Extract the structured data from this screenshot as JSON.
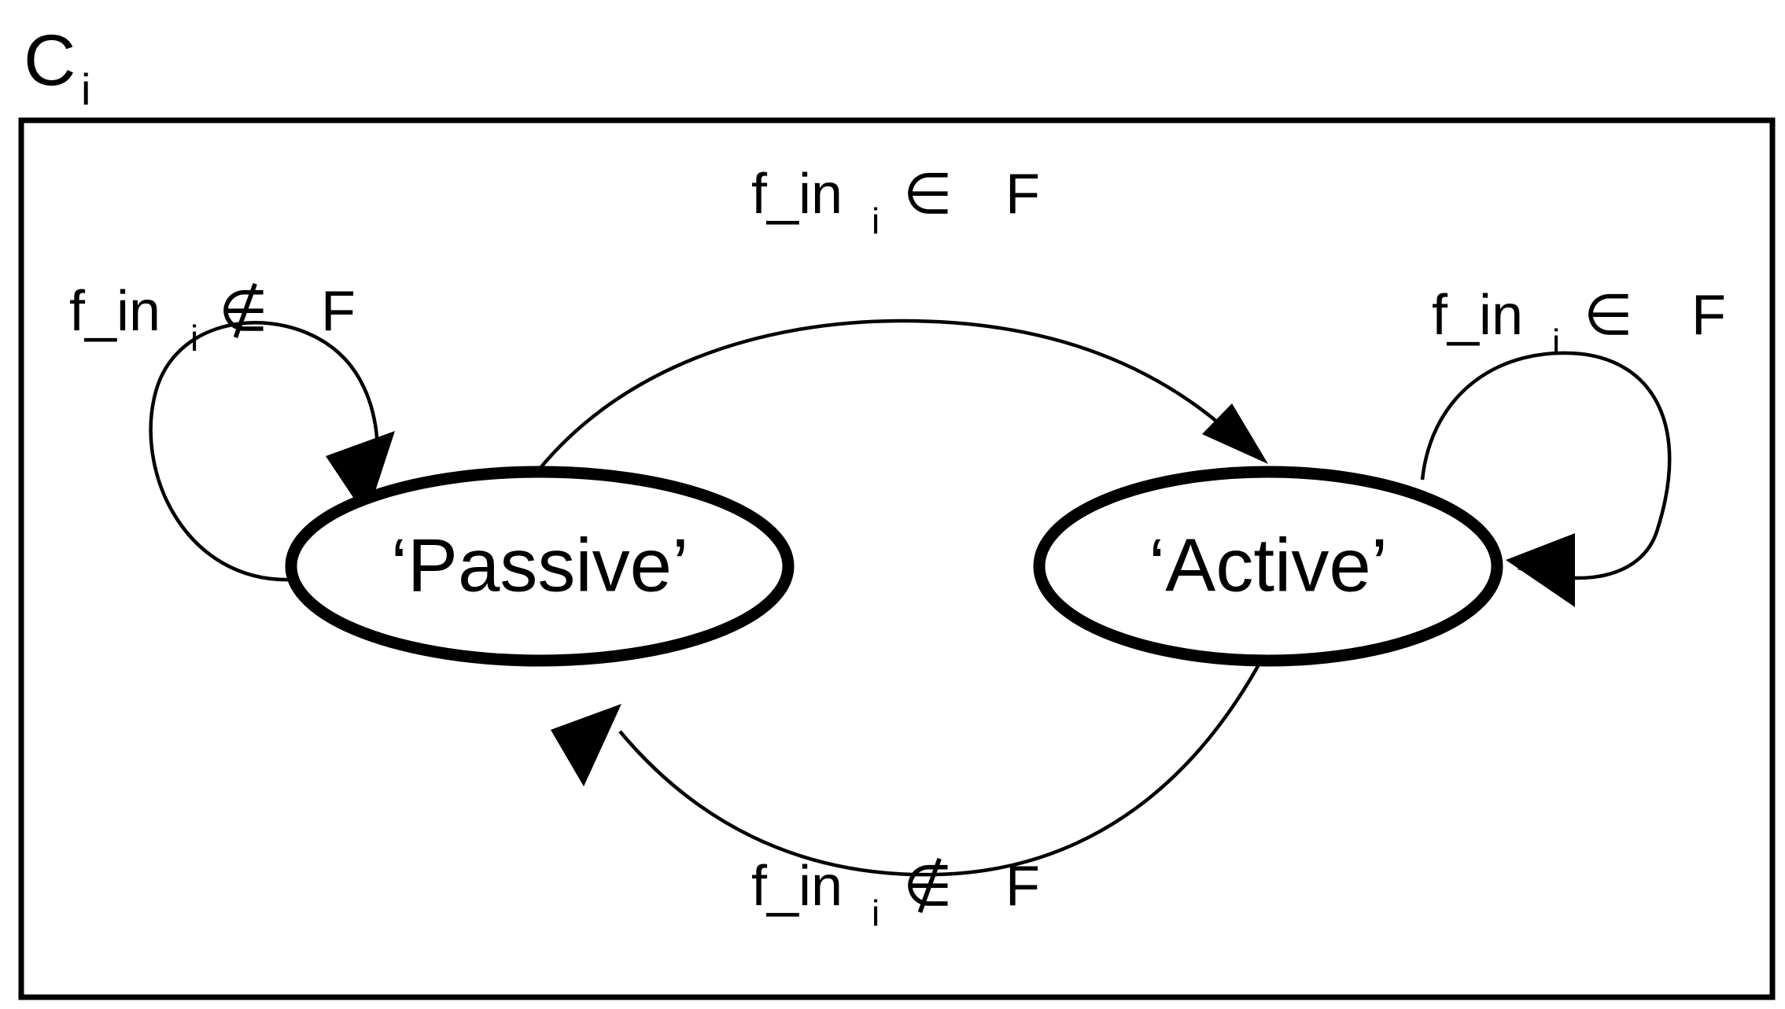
{
  "container": {
    "title_base": "C",
    "title_subscript": "i"
  },
  "states": [
    {
      "id": "passive",
      "label": "‘Passive’"
    },
    {
      "id": "active",
      "label": "‘Active’"
    }
  ],
  "transitions": [
    {
      "id": "passive-self-loop",
      "from": "passive",
      "to": "passive",
      "label_base": "f_in",
      "label_subscript": "i",
      "relation": "∉",
      "relation_name": "not-element-of",
      "set": "F",
      "label_full": "f_inᵢ ∉ F",
      "position": "top-left"
    },
    {
      "id": "passive-to-active",
      "from": "passive",
      "to": "active",
      "label_base": "f_in",
      "label_subscript": "i",
      "relation": "∈",
      "relation_name": "element-of",
      "set": "F",
      "label_full": "f_inᵢ ∈ F",
      "position": "top-center"
    },
    {
      "id": "active-self-loop",
      "from": "active",
      "to": "active",
      "label_base": "f_in",
      "label_subscript": "i",
      "relation": "∈",
      "relation_name": "element-of",
      "set": "F",
      "label_full": "f_inᵢ ∈ F",
      "position": "top-right"
    },
    {
      "id": "active-to-passive",
      "from": "active",
      "to": "passive",
      "label_base": "f_in",
      "label_subscript": "i",
      "relation": "∉",
      "relation_name": "not-element-of",
      "set": "F",
      "label_full": "f_inᵢ ∉ F",
      "position": "bottom-center"
    }
  ],
  "colors": {
    "stroke": "#000000",
    "background": "#ffffff"
  }
}
